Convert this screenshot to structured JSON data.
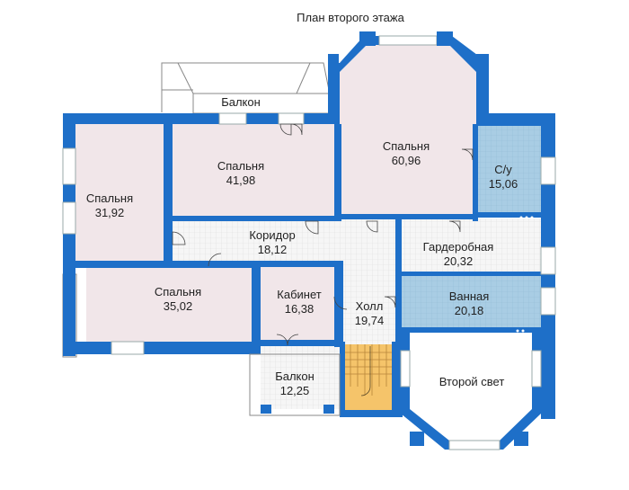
{
  "title": "План второго этажа",
  "colors": {
    "wall": "#1e6fc8",
    "bedroom_floor": "#f1e6e9",
    "tile_floor": "#a9cde4",
    "corridor_floor": "#f4f4f4",
    "stair": "#f5c46a",
    "balcony_floor": "#ffffff"
  },
  "rooms": [
    {
      "id": "bedroom-left",
      "name": "Спальня",
      "area": "31,92"
    },
    {
      "id": "bedroom-top",
      "name": "Спальня",
      "area": "41,98"
    },
    {
      "id": "bedroom-big",
      "name": "Спальня",
      "area": "60,96"
    },
    {
      "id": "wc",
      "name": "С/у",
      "area": "15,06"
    },
    {
      "id": "corridor",
      "name": "Коридор",
      "area": "18,12"
    },
    {
      "id": "wardrobe",
      "name": "Гардеробная",
      "area": "20,32"
    },
    {
      "id": "bedroom-bottom",
      "name": "Спальня",
      "area": "35,02"
    },
    {
      "id": "study",
      "name": "Кабинет",
      "area": "16,38"
    },
    {
      "id": "hall",
      "name": "Холл",
      "area": "19,74"
    },
    {
      "id": "bathroom",
      "name": "Ванная",
      "area": "20,18"
    },
    {
      "id": "balcony-bottom",
      "name": "Балкон",
      "area": "12,25"
    },
    {
      "id": "second-light",
      "name": "Второй свет",
      "area": ""
    }
  ],
  "balcony_top": "Балкон"
}
